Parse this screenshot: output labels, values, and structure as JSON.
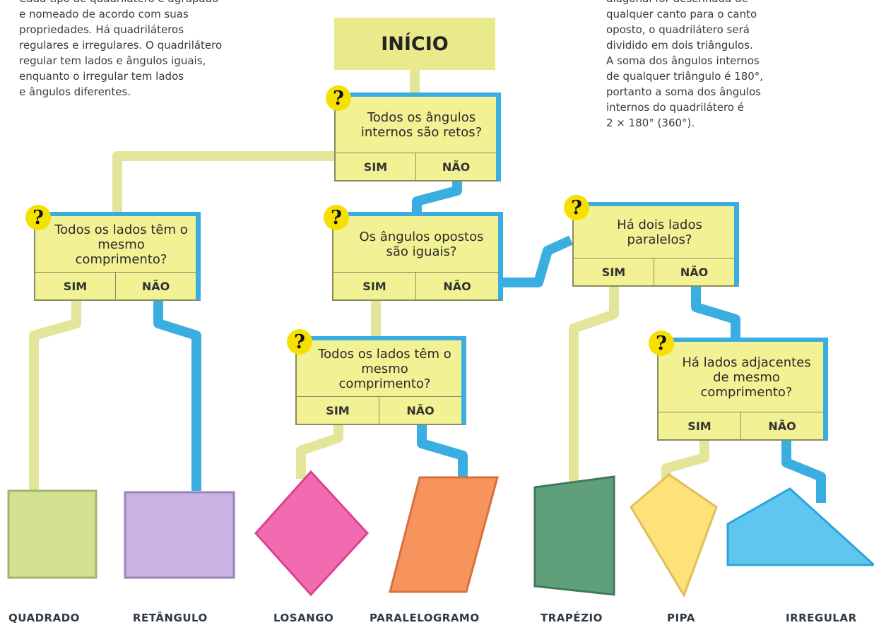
{
  "intro_left": "Cada tipo de quadrilátero é agrupado\ne nomeado de acordo com suas\npropriedades. Há quadriláteros\nregulares e irregulares. O quadrilátero\nregular tem lados e ângulos iguais,\nenquanto o irregular tem lados\ne ângulos diferentes.",
  "intro_right": "diagonal for desenhada de\nqualquer canto para o canto\noposto, o quadrilátero será\ndividido em dois triângulos.\nA soma dos ângulos internos\nde qualquer triângulo é 180°,\nportanto a soma dos ângulos\ninternos do quadrilátero é\n2 × 180° (360°).",
  "start_label": "INÍCIO",
  "question_icon": "?",
  "yes_label": "SIM",
  "no_label": "NÃO",
  "questions": {
    "q1": "Todos os ângulos internos são retos?",
    "q2": "Todos os lados têm o mesmo comprimento?",
    "q3": "Os ângulos opostos são iguais?",
    "q4": "Há dois lados paralelos?",
    "q5": "Todos os lados têm o mesmo comprimento?",
    "q6": "Há lados adjacentes de mesmo comprimento?"
  },
  "shapes": {
    "square": "QUADRADO",
    "rectangle": "RETÂNGULO",
    "rhombus": "LOSANGO",
    "parallelogram": "PARALELOGRAMO",
    "trapezoid": "TRAPÉZIO",
    "kite": "PIPA",
    "irregular": "IRREGULAR"
  },
  "colors": {
    "yes_path": "#e3e59a",
    "no_path": "#3aaee0",
    "box_fill": "#f2f294",
    "start_fill": "#e8ea8c",
    "square": "#d2e291",
    "rectangle": "#c9b3e3",
    "rhombus": "#f26bb1",
    "parallelogram": "#f7935c",
    "trapezoid": "#5fa07a",
    "kite": "#fde27a",
    "irregular": "#5ec6ef"
  }
}
